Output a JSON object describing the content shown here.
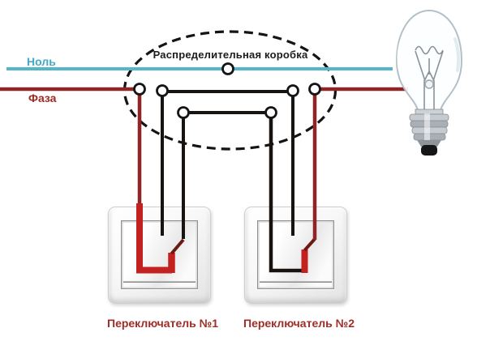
{
  "diagram": {
    "labels": {
      "neutral": "Ноль",
      "phase": "Фаза",
      "junction_box": "Распределительная коробка",
      "switch1": "Переключатель №1",
      "switch2": "Переключатель №2"
    },
    "colors": {
      "neutral_line": "#54b6c8",
      "neutral_label": "#41abc4",
      "phase_line": "#8e2527",
      "phase_label": "#9c2a23",
      "black_wire": "#171310",
      "contact_red": "#c32020",
      "contact_dark_red": "#6b1a12",
      "switch_label": "#9e2d26",
      "junction_label": "#1c1c1c"
    }
  }
}
